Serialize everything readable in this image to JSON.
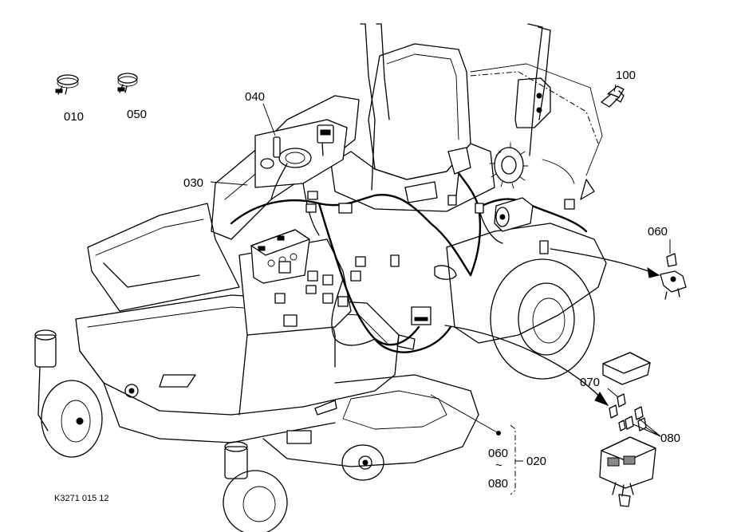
{
  "callouts": {
    "c010": "010",
    "c050": "050",
    "c040": "040",
    "c030": "030",
    "c100": "100",
    "c060": "060",
    "c070": "070",
    "c080": "080",
    "range_from": "060",
    "range_tilde": "~",
    "range_to": "080",
    "range_group": "020"
  },
  "drawing_code": "K3271 015 12"
}
